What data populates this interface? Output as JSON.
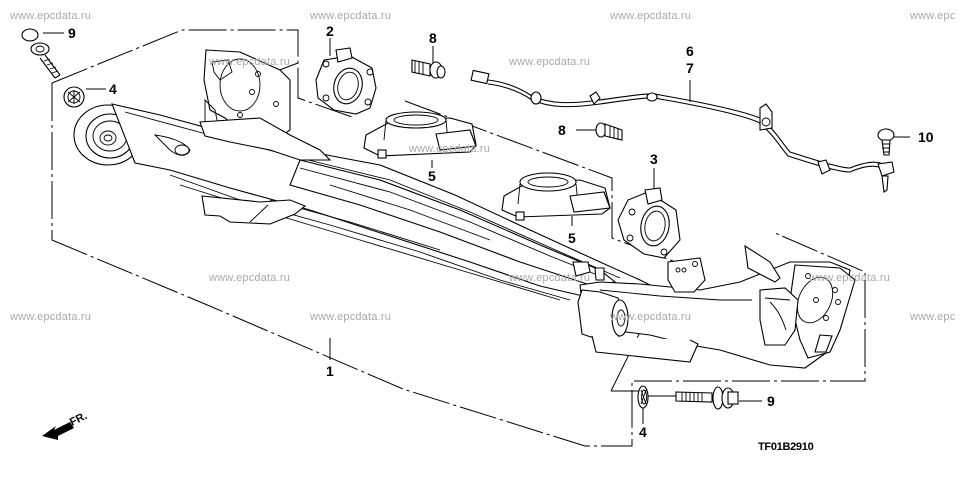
{
  "diagram": {
    "type": "exploded-parts-diagram",
    "subject": "rear axle beam assembly",
    "diagram_code": "TF01B2910",
    "direction_indicator": "FR.",
    "watermark_text": "www.epcdata.ru",
    "watermark_partial": "www.epc",
    "callouts": [
      {
        "id": "c1",
        "label": "1",
        "part": "rear axle beam"
      },
      {
        "id": "c2",
        "label": "2",
        "part": "hub bearing (left)"
      },
      {
        "id": "c3",
        "label": "3",
        "part": "hub bearing (right)"
      },
      {
        "id": "c4a",
        "label": "4",
        "part": "washer (left)"
      },
      {
        "id": "c4b",
        "label": "4",
        "part": "washer (right)"
      },
      {
        "id": "c5a",
        "label": "5",
        "part": "spring seat (left)"
      },
      {
        "id": "c5b",
        "label": "5",
        "part": "spring seat (right)"
      },
      {
        "id": "c6",
        "label": "6",
        "part": "wheel speed sensor harness"
      },
      {
        "id": "c7",
        "label": "7",
        "part": "wheel speed sensor harness"
      },
      {
        "id": "c8a",
        "label": "8",
        "part": "flange bolt (left)"
      },
      {
        "id": "c8b",
        "label": "8",
        "part": "flange bolt (right)"
      },
      {
        "id": "c9a",
        "label": "9",
        "part": "flange bolt (left)"
      },
      {
        "id": "c9b",
        "label": "9",
        "part": "flange bolt (right)"
      },
      {
        "id": "c10",
        "label": "10",
        "part": "flange bolt"
      }
    ]
  },
  "colors": {
    "line": "#000000",
    "watermark": "#a9a9a9",
    "background": "#ffffff"
  }
}
